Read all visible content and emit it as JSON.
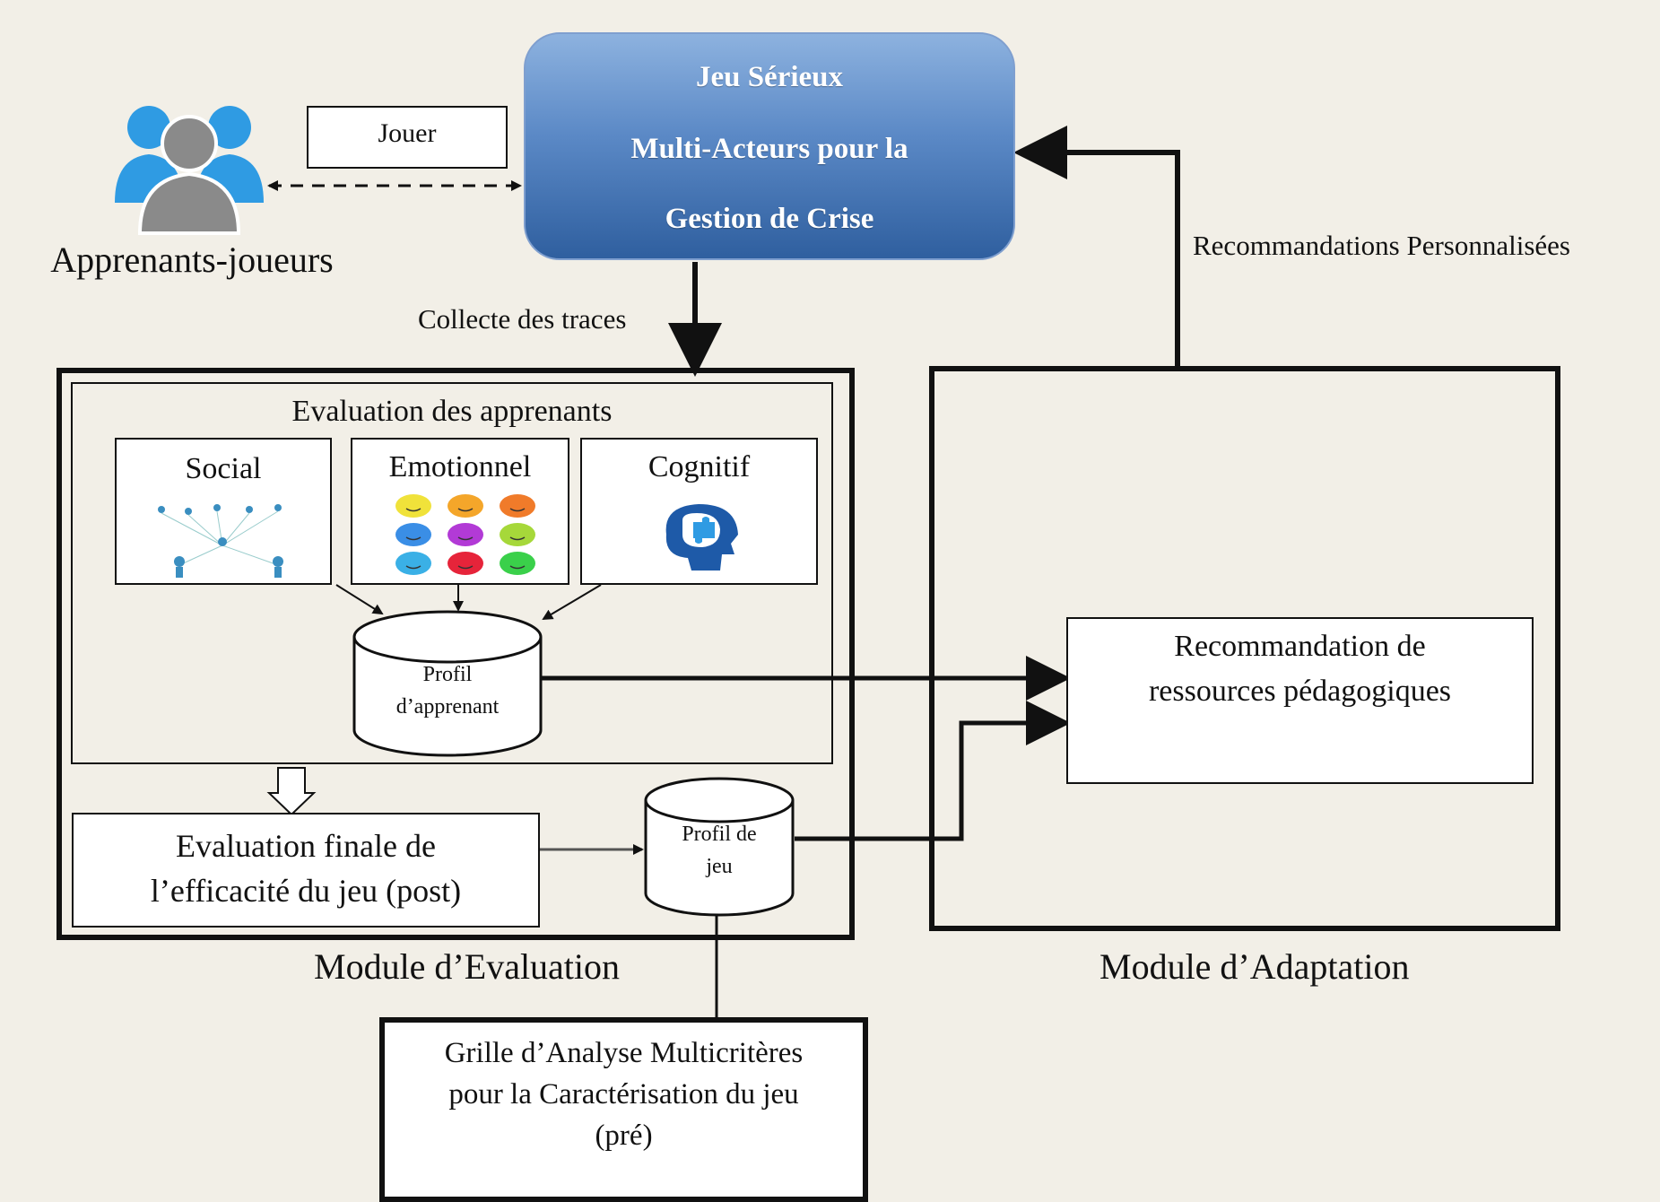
{
  "actor": {
    "label": "Apprenants-joueurs",
    "icon": "users-icon"
  },
  "play_label": "Jouer",
  "game": {
    "line1": "Jeu Sérieux",
    "line2": "Multi-Acteurs pour la",
    "line3": "Gestion de Crise",
    "color": "#4f7fbd"
  },
  "arrows": {
    "collect": "Collecte  des traces",
    "recommend": "Recommandations Personnalisées"
  },
  "evaluation_module": {
    "caption": "Module   d’Evaluation",
    "inner_title": "Evaluation des apprenants",
    "dimensions": [
      {
        "label": "Social",
        "icon": "social-network-icon"
      },
      {
        "label": "Emotionnel",
        "icon": "emoji-faces-icon"
      },
      {
        "label": "Cognitif",
        "icon": "brain-puzzle-icon"
      }
    ],
    "learner_profile": {
      "line1": "Profil",
      "line2": "d’apprenant"
    },
    "final_eval": {
      "line1": "Evaluation finale de",
      "line2": "l’efficacité du jeu (post)"
    },
    "game_profile": {
      "line1": "Profil de",
      "line2": "jeu"
    }
  },
  "adaptation_module": {
    "caption": "Module  d’Adaptation",
    "reco": {
      "line1": "Recommandation de",
      "line2": "ressources pédagogiques"
    }
  },
  "grid": {
    "line1": "Grille d’Analyse Multicritères",
    "line2": "pour la Caractérisation  du jeu",
    "line3": "(pré)"
  },
  "emoji_colors": [
    "#f0e23a",
    "#f4a62a",
    "#f07b2a",
    "#3a8ee6",
    "#b23ad6",
    "#a6d83a",
    "#3ab0e6",
    "#e6243a",
    "#3ad04a"
  ]
}
